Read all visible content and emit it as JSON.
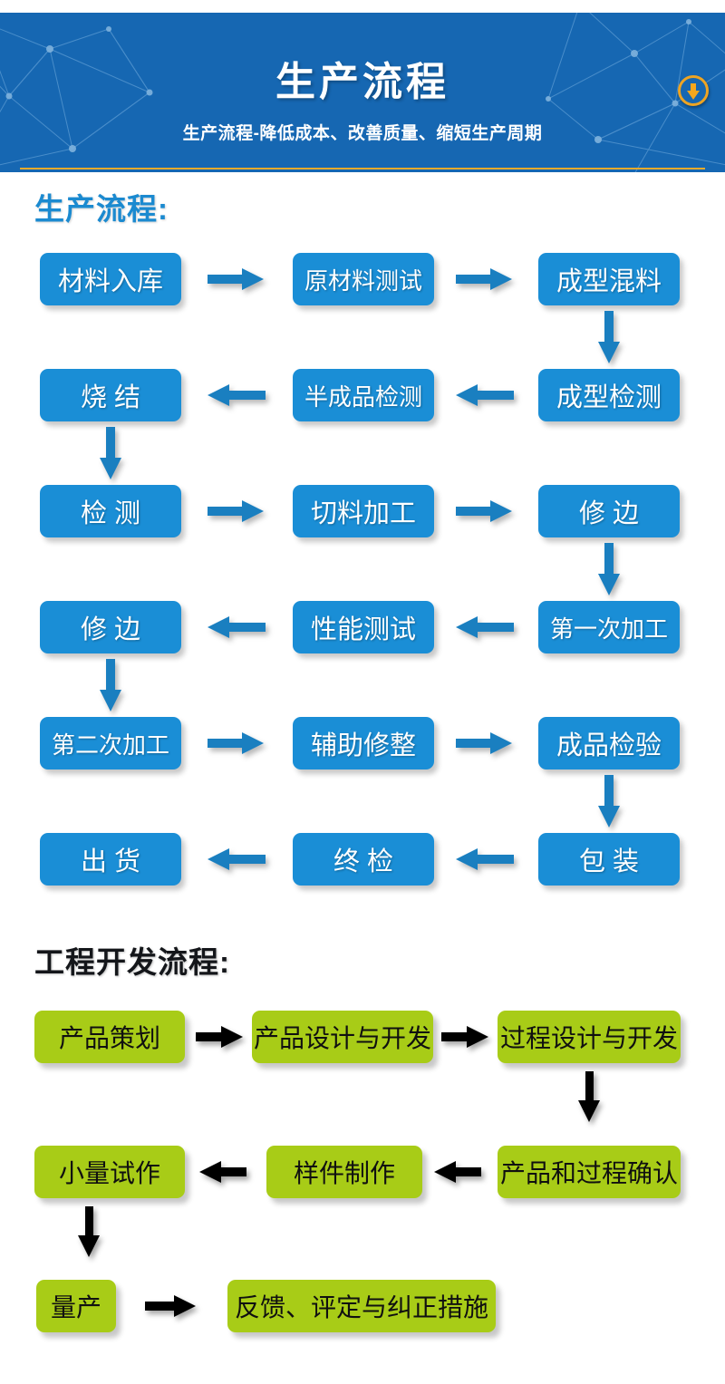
{
  "header": {
    "title": "生产流程",
    "subtitle": "生产流程-降低成本、改善质量、缩短生产周期",
    "download_icon": "download-arrow-icon",
    "bg_color": "#1667b2",
    "rule_color": "#edaa2b",
    "accent_color": "#eda423"
  },
  "production": {
    "heading": "生产流程:",
    "heading_color": "#1b8ad0",
    "node_color": "#1a8ed6",
    "arrow_color": "#1a7fc0",
    "nodes": {
      "r1c1": "材料入库",
      "r1c2": "原材料测试",
      "r1c3": "成型混料",
      "r2c1": "烧 结",
      "r2c2": "半成品检测",
      "r2c3": "成型检测",
      "r3c1": "检 测",
      "r3c2": "切料加工",
      "r3c3": "修 边",
      "r4c1": "修 边",
      "r4c2": "性能测试",
      "r4c3": "第一次加工",
      "r5c1": "第二次加工",
      "r5c2": "辅助修整",
      "r5c3": "成品检验",
      "r6c1": "出 货",
      "r6c2": "终 检",
      "r6c3": "包 装"
    }
  },
  "engineering": {
    "heading": "工程开发流程:",
    "heading_color": "#14161a",
    "node_color": "#a8cc17",
    "arrow_color": "#000000",
    "nodes": {
      "g1c1": "产品策划",
      "g1c2": "产品设计与开发",
      "g1c3": "过程设计与开发",
      "g2c1": "小量试作",
      "g2c2": "样件制作",
      "g2c3": "产品和过程确认",
      "g3c1": "量产",
      "g3c2": "反馈、评定与纠正措施"
    }
  }
}
